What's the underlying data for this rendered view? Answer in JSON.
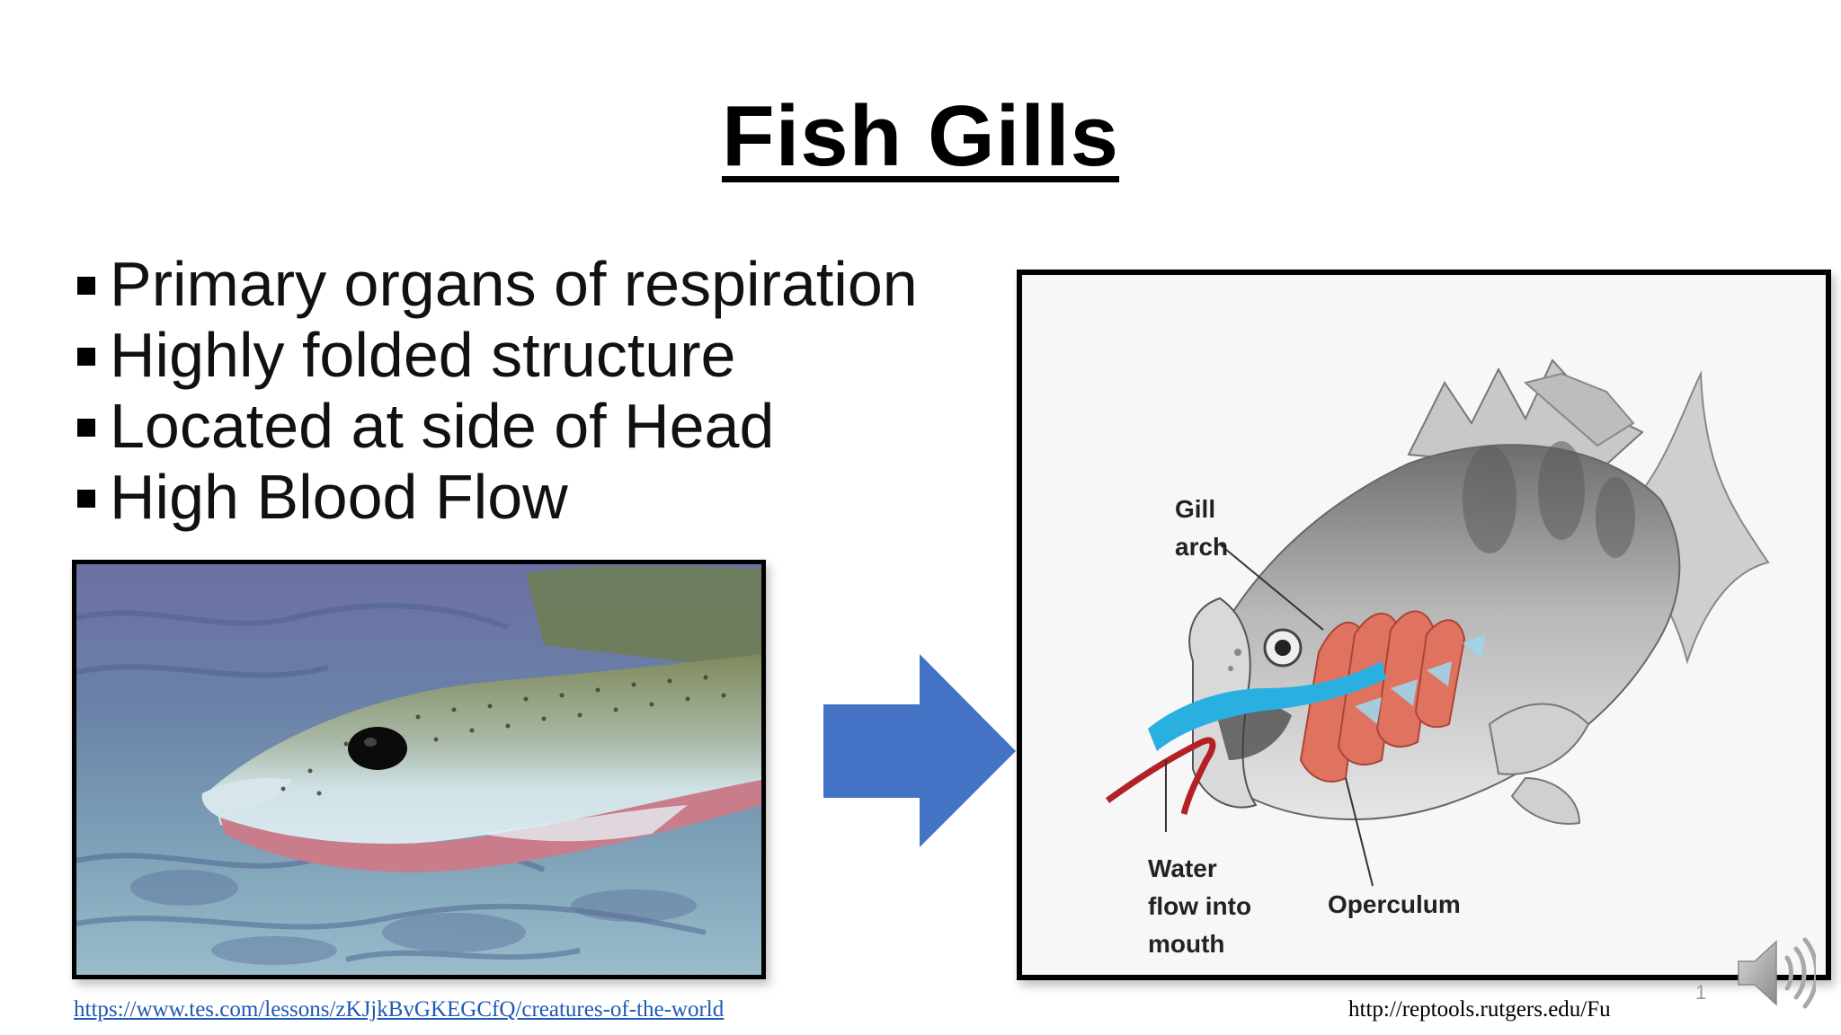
{
  "slide": {
    "title": "Fish Gills",
    "bullets": [
      "Primary organs of respiration",
      "Highly folded structure",
      "Located at side of Head",
      "High Blood Flow"
    ],
    "diagram_labels": {
      "gill_arch_line1": "Gill",
      "gill_arch_line2": "arch",
      "water_line1": "Water",
      "water_line2": "flow into",
      "water_line3": "mouth",
      "operculum": "Operculum"
    },
    "source_left": "https://www.tes.com/lessons/zKJjkBvGKEGCfQ/creatures-of-the-world",
    "source_right": "http://reptools.rutgers.edu/Fu",
    "page_number": "1",
    "colors": {
      "arrow": "#4472c4",
      "link": "#1f58b5",
      "water_flow": "#2ab0e0",
      "gills": "#e0735f"
    },
    "icons": [
      "speaker-icon"
    ]
  }
}
